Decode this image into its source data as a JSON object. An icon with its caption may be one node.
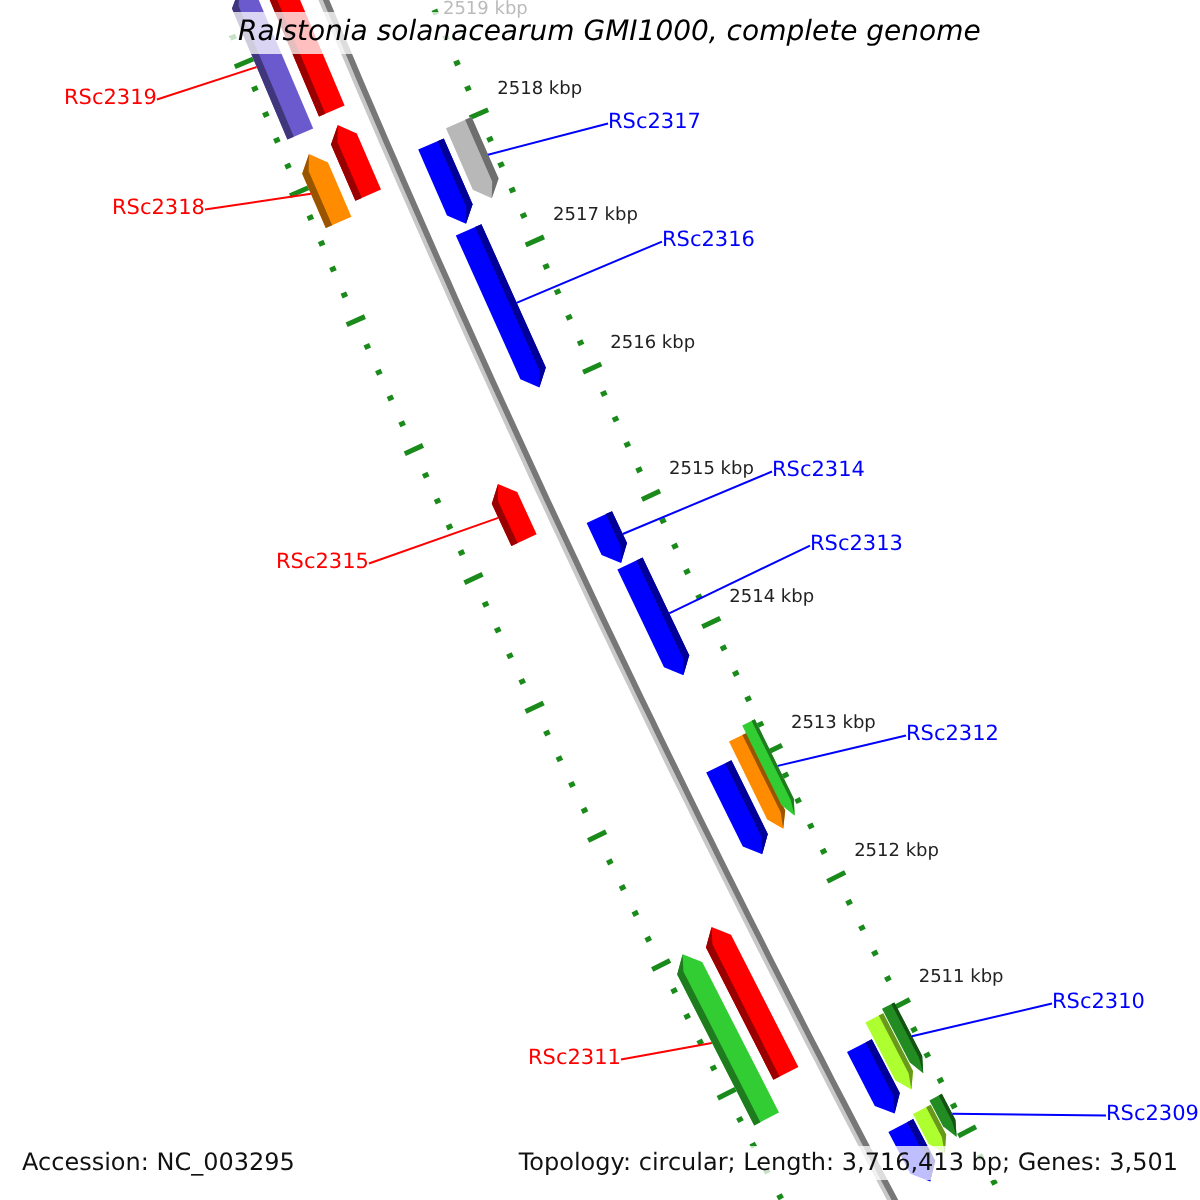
{
  "diagram": {
    "title": "Ralstonia solanacearum GMI1000, complete genome",
    "nodes": [
      {
        "text": [
          "RSc2319"
        ]
      },
      {
        "text": [],
        "shape": "bar"
      },
      {
        "text": [
          "RSc2318"
        ]
      },
      {
        "text": [],
        "shape": "bar"
      },
      {
        "text": [
          "RSc2317"
        ]
      },
      {
        "text": [],
        "shape": "bar"
      },
      {
        "text": [
          "RSc2316"
        ]
      },
      {
        "text": [],
        "shape": "bar"
      },
      {
        "text": [
          "RSc2314"
        ]
      },
      {
        "text": [],
        "shape": "bar"
      },
      {
        "text": [
          "RSc2315"
        ]
      },
      {
        "text": [],
        "shape": "bar"
      },
      {
        "text": [
          "RSc2313"
        ]
      },
      {
        "text": [],
        "shape": "bar"
      },
      {
        "text": [
          "RSc2312"
        ]
      },
      {
        "text": [],
        "shape": "bar"
      },
      {
        "text": [
          "RSc2310"
        ]
      },
      {
        "text": [],
        "shape": "bar"
      },
      {
        "text": [
          "RSc2311"
        ]
      },
      {
        "text": [],
        "shape": "bar"
      },
      {
        "text": [
          "RSc2309"
        ]
      },
      {
        "text": [],
        "shape": "bar"
      }
    ],
    "edges": [
      {
        "from": 0,
        "to": 1,
        "arrow": "none",
        "color": "#ff0000"
      },
      {
        "from": 2,
        "to": 3,
        "arrow": "none",
        "color": "#ff0000"
      },
      {
        "from": 4,
        "to": 5,
        "arrow": "none"
      },
      {
        "from": 6,
        "to": 7,
        "arrow": "none"
      },
      {
        "from": 8,
        "to": 9,
        "arrow": "none"
      },
      {
        "from": 10,
        "to": 11,
        "arrow": "none",
        "color": "#ff0000"
      },
      {
        "from": 12,
        "to": 13,
        "arrow": "none"
      },
      {
        "from": 14,
        "to": 15,
        "arrow": "none"
      },
      {
        "from": 16,
        "to": 17,
        "arrow": "none"
      },
      {
        "from": 18,
        "to": 19,
        "arrow": "none",
        "color": "#ff0000"
      },
      {
        "from": 20,
        "to": 21,
        "arrow": "none"
      }
    ],
    "labels": [
      "2519 kbp",
      "2518 kbp",
      "2517 kbp",
      "2516 kbp",
      "2515 kbp",
      "2514 kbp",
      "2513 kbp",
      "2512 kbp",
      "2511 kbp",
      "Accession: NC_003295",
      "Topology: circular; Length: 3,716,413 bp; Genes: 3,501"
    ]
  }
}
